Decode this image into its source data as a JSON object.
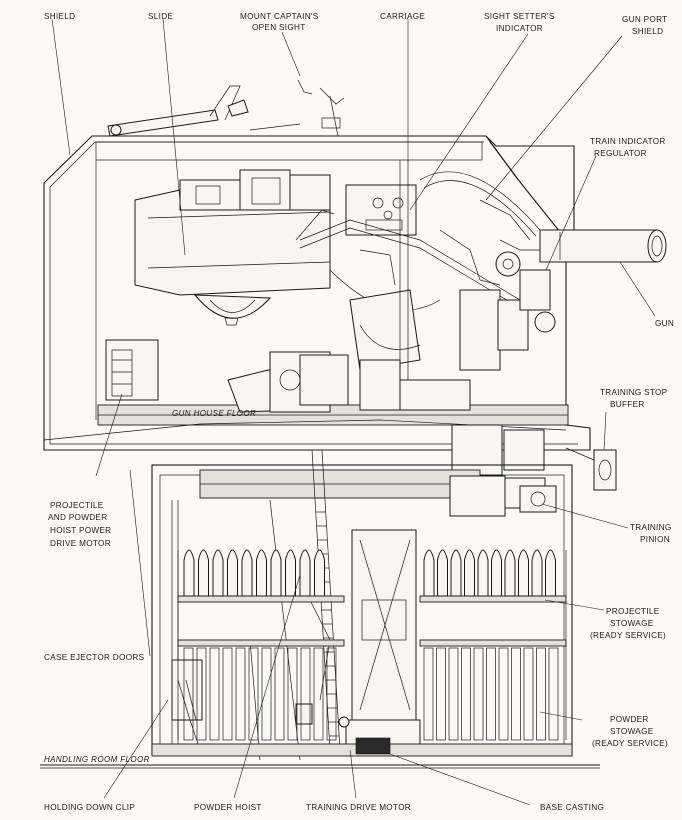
{
  "labels": {
    "shield": "SHIELD",
    "slide": "SLIDE",
    "mount_captain_1": "MOUNT CAPTAIN'S",
    "mount_captain_2": "OPEN SIGHT",
    "carriage": "CARRIAGE",
    "sight_setter_1": "SIGHT SETTER'S",
    "sight_setter_2": "INDICATOR",
    "gun_port_1": "GUN PORT",
    "gun_port_2": "SHIELD",
    "train_ind_1": "TRAIN INDICATOR",
    "train_ind_2": "REGULATOR",
    "gun": "GUN",
    "training_stop_1": "TRAINING STOP",
    "training_stop_2": "BUFFER",
    "gun_house_floor": "GUN HOUSE FLOOR",
    "proj_hoist_1": "PROJECTILE",
    "proj_hoist_2": "AND POWDER",
    "proj_hoist_3": "HOIST POWER",
    "proj_hoist_4": "DRIVE MOTOR",
    "training_pinion_1": "TRAINING",
    "training_pinion_2": "PINION",
    "proj_stowage_1": "PROJECTILE",
    "proj_stowage_2": "STOWAGE",
    "proj_stowage_3": "(READY SERVICE)",
    "case_ejector": "CASE EJECTOR DOORS",
    "powder_stowage_1": "POWDER",
    "powder_stowage_2": "STOWAGE",
    "powder_stowage_3": "(READY SERVICE)",
    "handling_room_floor": "HANDLING ROOM FLOOR",
    "holding_down": "HOLDING DOWN CLIP",
    "powder_hoist": "POWDER HOIST",
    "training_drive": "TRAINING DRIVE MOTOR",
    "base_casting": "BASE CASTING"
  }
}
